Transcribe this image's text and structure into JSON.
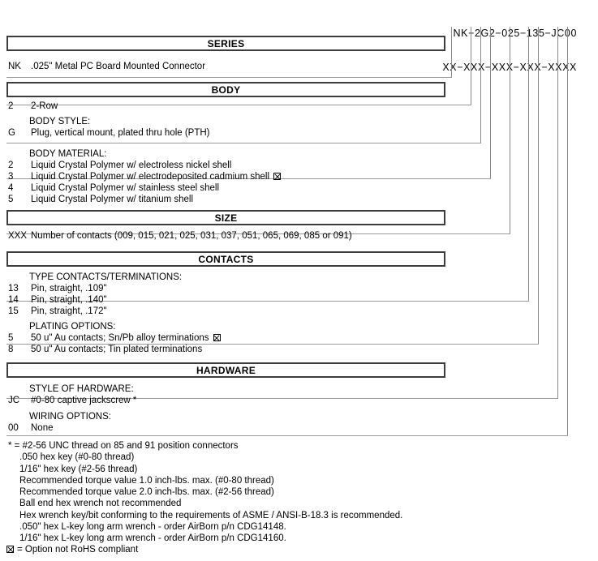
{
  "part_number": {
    "example": "NK−2G2−025−135−JC00",
    "mask": "XX−XXX−XXX−XXX−XXXX"
  },
  "sections": {
    "series": {
      "title": "SERIES",
      "rows": [
        {
          "code": "NK",
          "desc": ".025\" Metal PC Board Mounted Connector"
        }
      ]
    },
    "body": {
      "title": "BODY",
      "rows": [
        {
          "code": "2",
          "desc": "2-Row"
        }
      ],
      "body_style": {
        "label": "BODY STYLE:",
        "rows": [
          {
            "code": "G",
            "desc": "Plug, vertical mount, plated thru hole (PTH)"
          }
        ]
      },
      "body_material": {
        "label": "BODY MATERIAL:",
        "rows": [
          {
            "code": "2",
            "desc": "Liquid Crystal Polymer w/ electroless nickel shell",
            "non_rohs": false
          },
          {
            "code": "3",
            "desc": "Liquid Crystal Polymer w/ electrodeposited cadmium shell",
            "non_rohs": true
          },
          {
            "code": "4",
            "desc": "Liquid Crystal Polymer w/ stainless steel shell",
            "non_rohs": false
          },
          {
            "code": "5",
            "desc": "Liquid Crystal Polymer w/ titanium shell",
            "non_rohs": false
          }
        ]
      }
    },
    "size": {
      "title": "SIZE",
      "rows": [
        {
          "code": "XXX",
          "desc": "Number of contacts (009, 015, 021, 025, 031, 037, 051, 065, 069, 085 or 091)"
        }
      ]
    },
    "contacts": {
      "title": "CONTACTS",
      "type_terminations": {
        "label": "TYPE CONTACTS/TERMINATIONS:",
        "rows": [
          {
            "code": "13",
            "desc": "Pin, straight, .109\""
          },
          {
            "code": "14",
            "desc": "Pin, straight, .140\""
          },
          {
            "code": "15",
            "desc": "Pin, straight, .172\""
          }
        ]
      },
      "plating_options": {
        "label": "PLATING OPTIONS:",
        "rows": [
          {
            "code": "5",
            "desc": "50 u\" Au contacts; Sn/Pb alloy terminations",
            "non_rohs": true
          },
          {
            "code": "8",
            "desc": "50 u\" Au contacts; Tin plated terminations",
            "non_rohs": false
          }
        ]
      }
    },
    "hardware": {
      "title": "HARDWARE",
      "style_of_hardware": {
        "label": "STYLE OF HARDWARE:",
        "rows": [
          {
            "code": "JC",
            "desc": "#0-80 captive jackscrew *"
          }
        ]
      },
      "wiring_options": {
        "label": "WIRING OPTIONS:",
        "rows": [
          {
            "code": "00",
            "desc": "None"
          }
        ]
      }
    }
  },
  "footnotes": [
    "* = #2-56 UNC thread on 85 and 91 position connectors",
    ".050 hex key (#0-80 thread)",
    "1/16\" hex key (#2-56 thread)",
    "Recommended torque value 1.0 inch-lbs. max. (#0-80 thread)",
    "Recommended torque value 2.0 inch-lbs. max. (#2-56 thread)",
    "Ball end hex wrench not recommended",
    "Hex wrench key/bit conforming to the requirements of ASME / ANSI-B-18.3 is recommended.",
    ".050\" hex L-key long arm wrench - order AirBorn p/n CDG14148.",
    "1/16\" hex L-key long arm wrench - order AirBorn p/n CDG14160."
  ],
  "rohs_legend": "= Option not RoHS compliant"
}
